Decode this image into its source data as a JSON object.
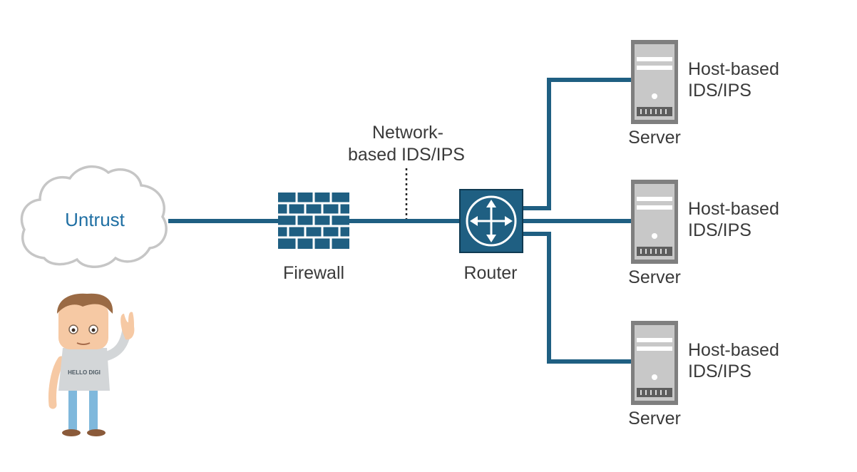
{
  "colors": {
    "link": "#1f5f82",
    "device_fill": "#1f5f82",
    "firewall_mortar": "#ffffff",
    "cloud_stroke": "#c6c6c6",
    "cloud_text": "#1f6fa3",
    "label_text": "#3a3a3a",
    "server_body": "#7f7f7f",
    "server_panel": "#c8c8c8"
  },
  "icons": {
    "cloud": "cloud-icon",
    "firewall": "brick-wall-icon",
    "router": "router-arrows-icon",
    "server": "server-tower-icon",
    "mascot": "waving-mascot-icon"
  },
  "cloud": {
    "label": "Untrust"
  },
  "firewall": {
    "label": "Firewall"
  },
  "router": {
    "label": "Router"
  },
  "nids": {
    "line1": "Network-",
    "line2": "based IDS/IPS"
  },
  "mascot": {
    "shirt_text": "HELLO DIGI"
  },
  "servers": [
    {
      "label": "Server",
      "hids_line1": "Host-based",
      "hids_line2": "IDS/IPS"
    },
    {
      "label": "Server",
      "hids_line1": "Host-based",
      "hids_line2": "IDS/IPS"
    },
    {
      "label": "Server",
      "hids_line1": "Host-based",
      "hids_line2": "IDS/IPS"
    }
  ]
}
